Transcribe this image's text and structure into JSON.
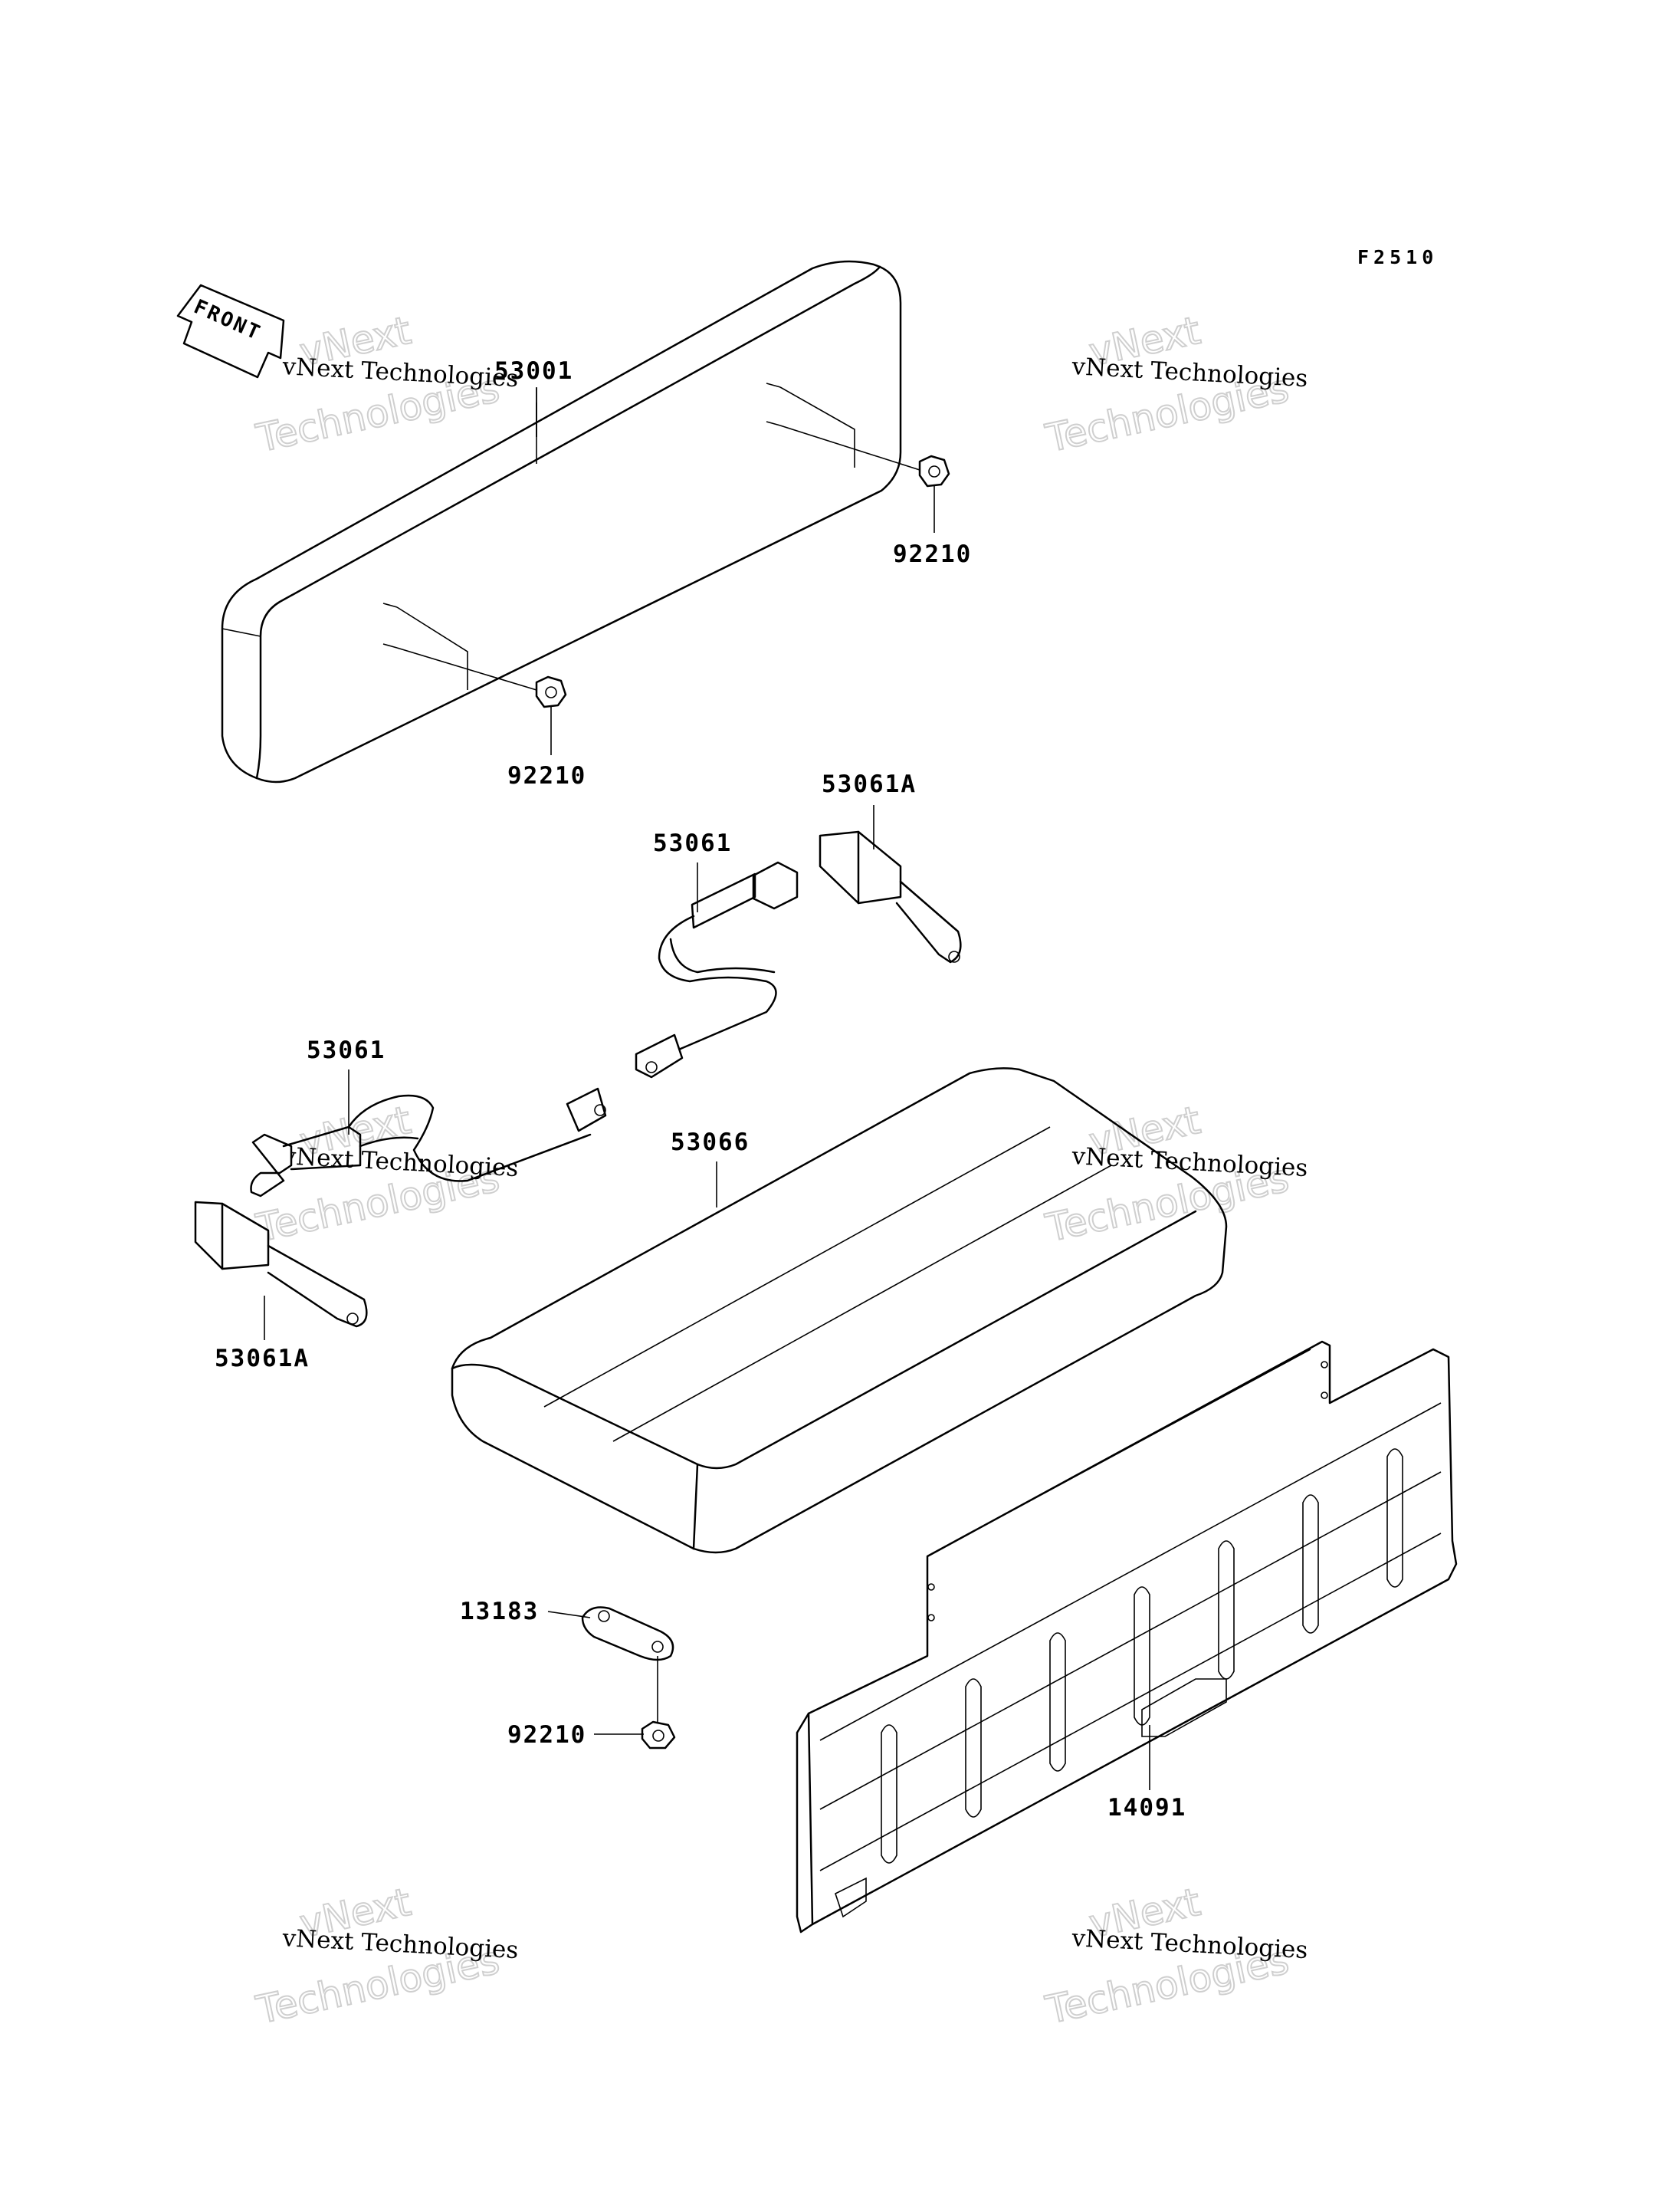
{
  "figure_code": "F2510",
  "front_marker": {
    "text": "FRONT",
    "icon": "front-arrow-icon"
  },
  "parts": [
    {
      "id": "backrest",
      "number": "53001"
    },
    {
      "id": "nut-upper",
      "number": "92210"
    },
    {
      "id": "nut-lower",
      "number": "92210"
    },
    {
      "id": "seat-belt-right",
      "number": "53061"
    },
    {
      "id": "seat-belt-buckle-right",
      "number": "53061A"
    },
    {
      "id": "seat-belt-left",
      "number": "53061"
    },
    {
      "id": "seat-belt-buckle-left",
      "number": "53061A"
    },
    {
      "id": "seat-cushion",
      "number": "53066"
    },
    {
      "id": "bracket",
      "number": "13183"
    },
    {
      "id": "nut-bracket",
      "number": "92210"
    },
    {
      "id": "seat-base-cover",
      "number": "14091"
    }
  ],
  "watermark": {
    "company": "vNext Technologies",
    "line1": "vNext",
    "line2": "Technologies"
  }
}
